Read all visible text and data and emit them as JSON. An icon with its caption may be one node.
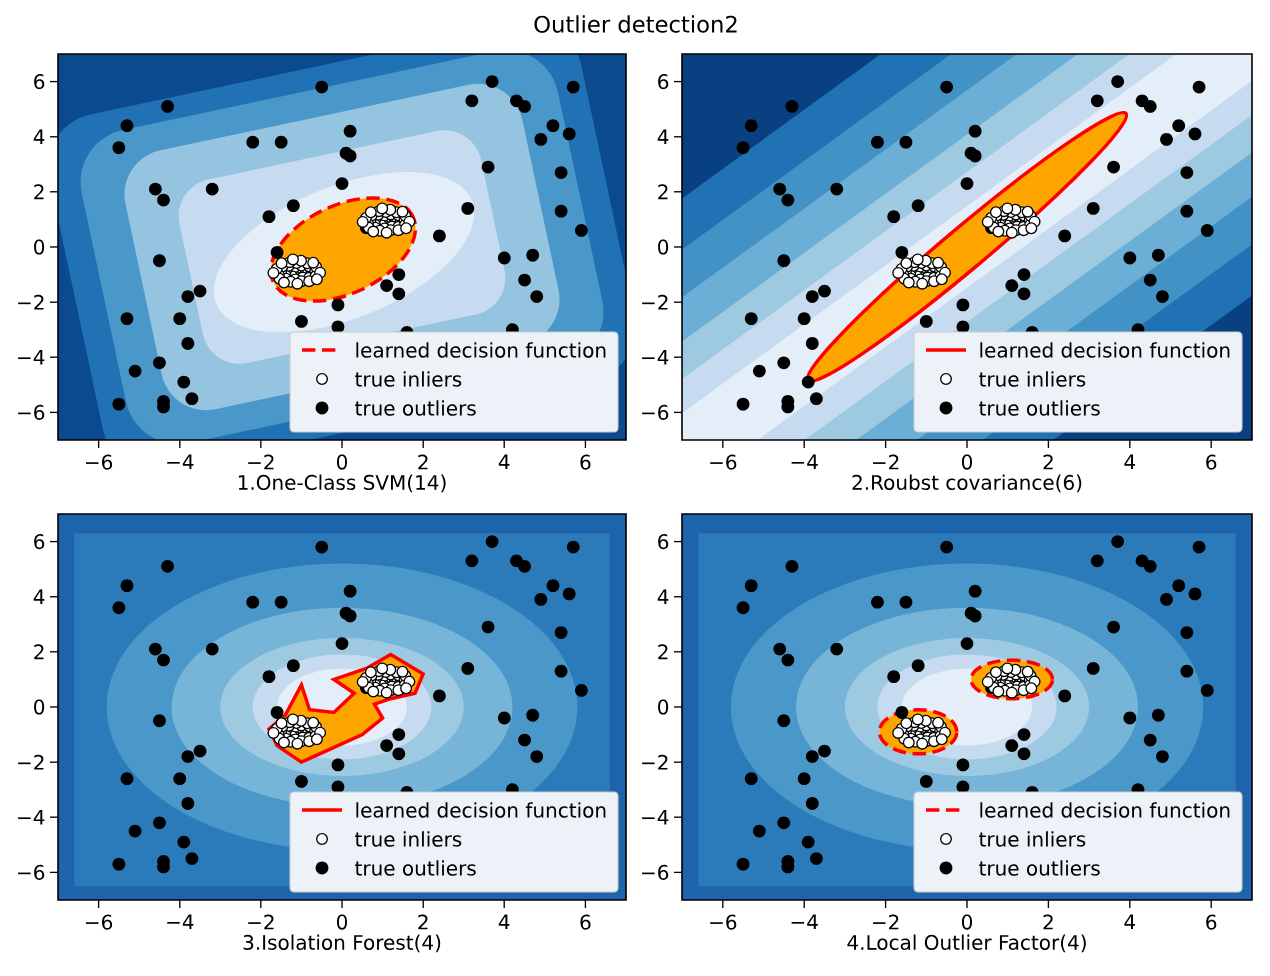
{
  "diagram": {
    "title": "Outlier detection2",
    "labels": [
      "6",
      "4",
      "2",
      "0",
      "−2",
      "−4",
      "−6",
      "−6",
      "−4",
      "−2",
      "0",
      "2",
      "4",
      "6",
      "1.One-Class SVM(14)",
      "6",
      "4",
      "2",
      "0",
      "−2",
      "−4",
      "−6",
      "−6",
      "−4",
      "−2",
      "0",
      "2",
      "4",
      "6",
      "2.Roubst covariance(6)",
      "6",
      "4",
      "2",
      "0",
      "−2",
      "−4",
      "−6",
      "−6",
      "−4",
      "−2",
      "0",
      "2",
      "4",
      "6",
      "3.Isolation Forest(4)",
      "6",
      "4",
      "2",
      "0",
      "−2",
      "−4",
      "−6",
      "−6",
      "−4",
      "−2",
      "0",
      "2",
      "4",
      "6",
      "4.Local Outlier Factor(4)"
    ],
    "legend": [
      {
        "text": "learned decision function"
      },
      {
        "text": "true inliers"
      },
      {
        "text": "true outliers"
      },
      {
        "text": "learned decision function"
      },
      {
        "text": "true inliers"
      },
      {
        "text": "true outliers"
      },
      {
        "text": "learned decision function"
      },
      {
        "text": "true inliers"
      },
      {
        "text": "true outliers"
      },
      {
        "text": "learned decision function"
      },
      {
        "text": "true inliers"
      },
      {
        "text": "true outliers"
      }
    ]
  }
}
